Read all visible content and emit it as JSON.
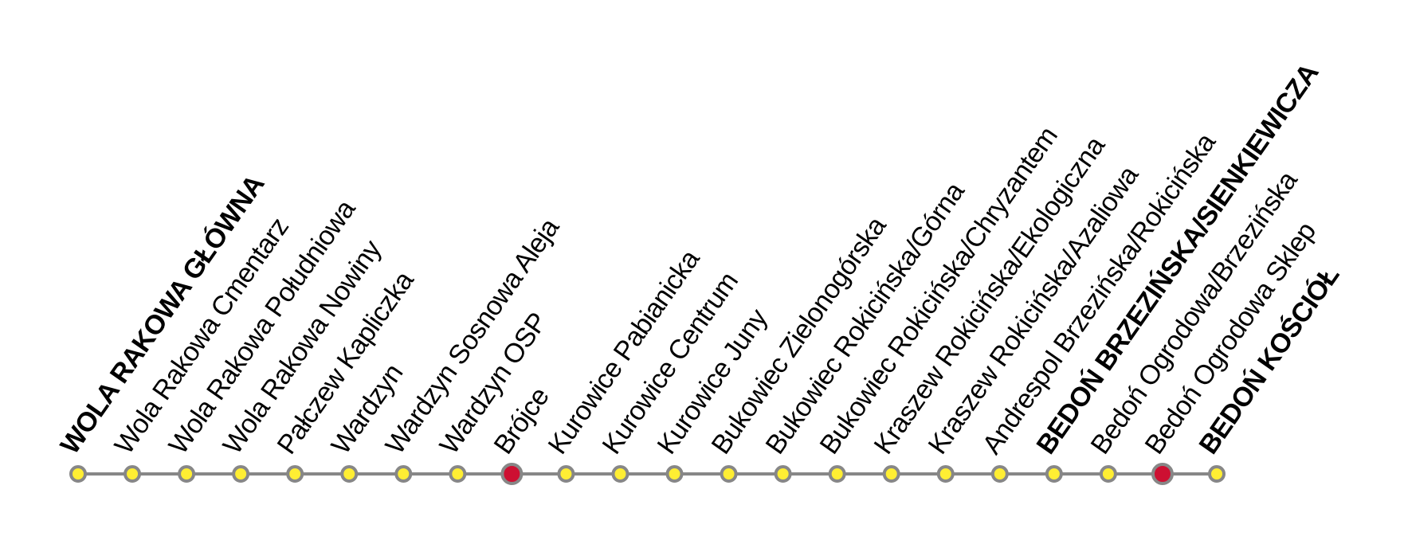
{
  "diagram": {
    "background_color": "#ffffff",
    "line_color": "#878787",
    "dot_stroke_color": "#878787",
    "dot_fill_color": "#ffee33",
    "highlight_dot_fill_color": "#cd1032",
    "label_color": "#000000",
    "stations": [
      {
        "name": "WOLA RAKOWA GŁÓWNA",
        "major": true,
        "highlighted": false
      },
      {
        "name": "Wola Rakowa Cmentarz",
        "major": false,
        "highlighted": false
      },
      {
        "name": "Wola Rakowa Południowa",
        "major": false,
        "highlighted": false
      },
      {
        "name": "Wola Rakowa Nowiny",
        "major": false,
        "highlighted": false
      },
      {
        "name": "Pałczew Kapliczka",
        "major": false,
        "highlighted": false
      },
      {
        "name": "Wardzyn",
        "major": false,
        "highlighted": false
      },
      {
        "name": "Wardzyn Sosnowa Aleja",
        "major": false,
        "highlighted": false
      },
      {
        "name": "Wardzyn OSP",
        "major": false,
        "highlighted": false
      },
      {
        "name": "Brójce",
        "major": false,
        "highlighted": true
      },
      {
        "name": "Kurowice Pabianicka",
        "major": false,
        "highlighted": false
      },
      {
        "name": "Kurowice Centrum",
        "major": false,
        "highlighted": false
      },
      {
        "name": "Kurowice Juny",
        "major": false,
        "highlighted": false
      },
      {
        "name": "Bukowiec Zielonogórska",
        "major": false,
        "highlighted": false
      },
      {
        "name": "Bukowiec Rokicińska/Górna",
        "major": false,
        "highlighted": false
      },
      {
        "name": "Bukowiec Rokicińska/Chryzantem",
        "major": false,
        "highlighted": false
      },
      {
        "name": "Kraszew Rokicińska/Ekologiczna",
        "major": false,
        "highlighted": false
      },
      {
        "name": "Kraszew Rokicińska/Azaliowa",
        "major": false,
        "highlighted": false
      },
      {
        "name": "Andrespol Brzezińska/Rokicińska",
        "major": false,
        "highlighted": false
      },
      {
        "name": "BEDOŃ BRZEZIŃSKA/SIENKIEWICZA",
        "major": true,
        "highlighted": false
      },
      {
        "name": "Bedoń Ogrodowa/Brzezińska",
        "major": false,
        "highlighted": false
      },
      {
        "name": "Bedoń Ogrodowa Sklep",
        "major": false,
        "highlighted": true
      },
      {
        "name": "BEDOŃ KOŚCIÓŁ",
        "major": true,
        "highlighted": false
      }
    ]
  }
}
